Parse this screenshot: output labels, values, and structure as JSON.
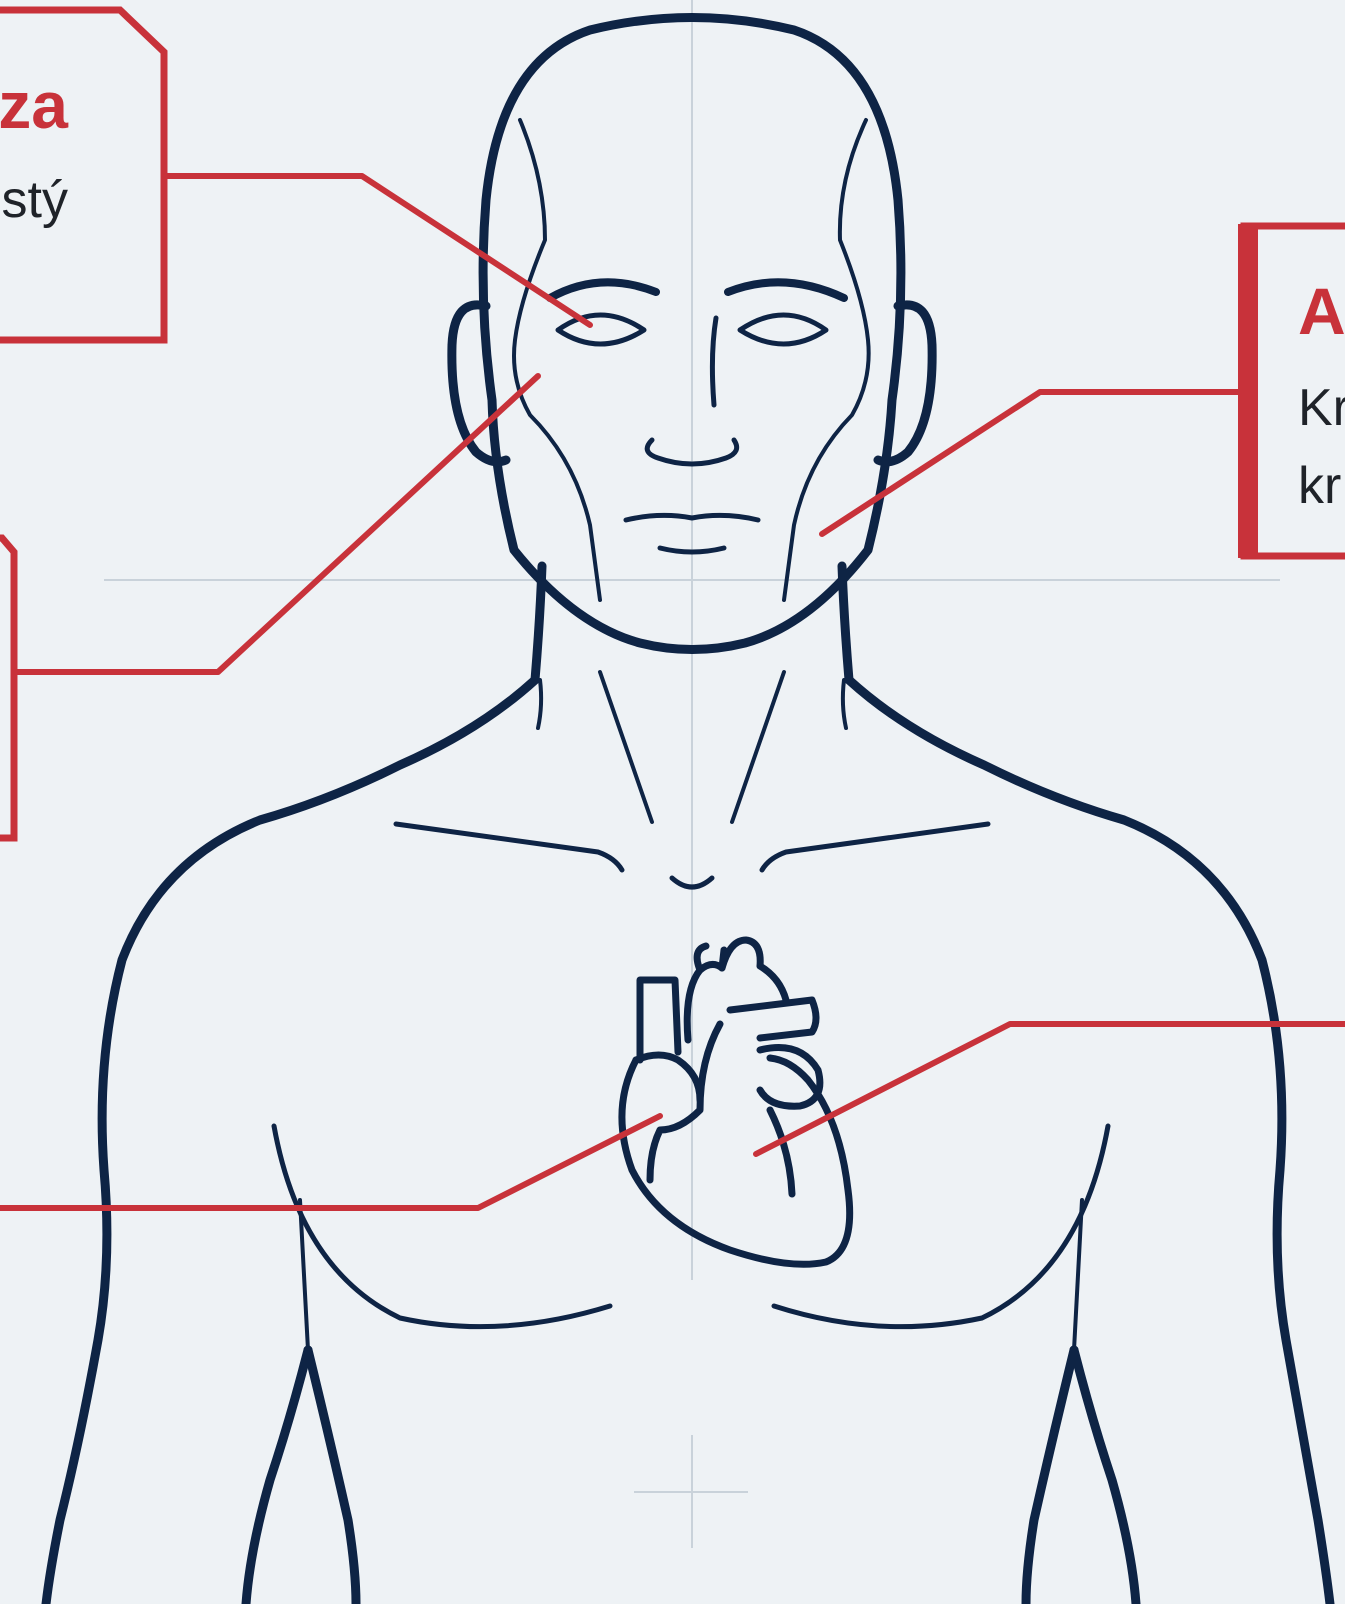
{
  "colors": {
    "background": "#eef2f5",
    "outline": "#0e2445",
    "accent": "#c8323a",
    "guide": "#c9d2da",
    "text": "#1f2329"
  },
  "callouts": {
    "top_left": {
      "title": "za",
      "line1": "stý",
      "line2": ""
    },
    "right": {
      "title": "A",
      "line1": "Kr",
      "line2": "kr"
    }
  }
}
